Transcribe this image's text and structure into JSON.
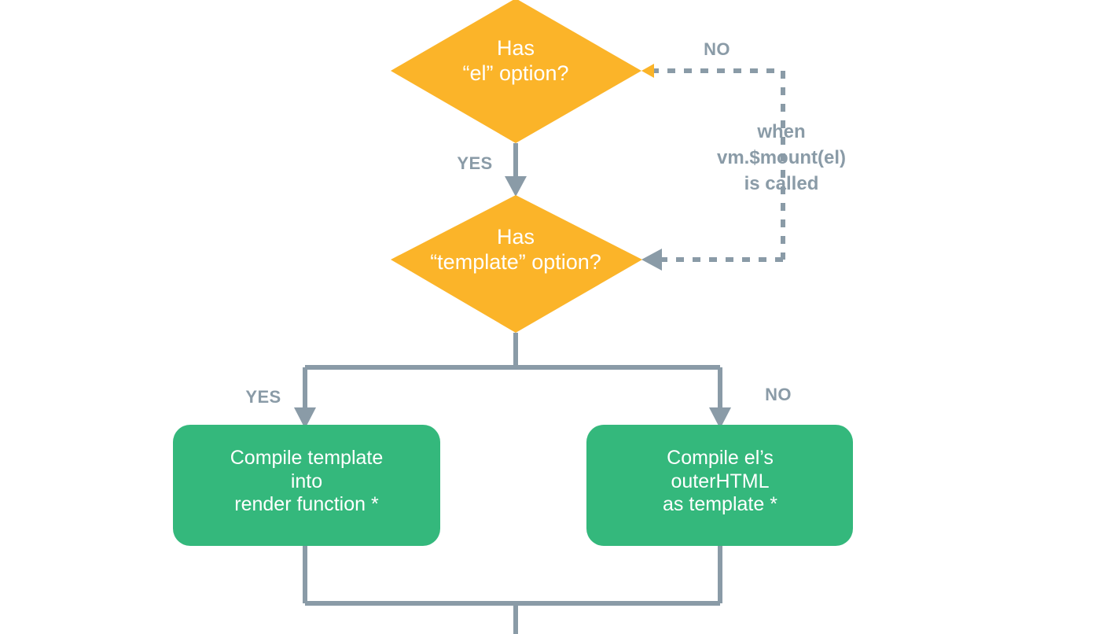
{
  "diagram": {
    "type": "flowchart",
    "title": "Vue template compilation decision flow",
    "background_color": "#ffffff",
    "colors": {
      "decision_fill": "#fbb429",
      "process_fill": "#34b87c",
      "connector": "#8a9ba7",
      "node_text": "#ffffff",
      "label_text": "#8a9ba7"
    },
    "nodes": [
      {
        "id": "has-el",
        "shape": "diamond",
        "text": "Has\n“el” option?",
        "fill": "#fbb429"
      },
      {
        "id": "has-template",
        "shape": "diamond",
        "text": "Has\n“template” option?",
        "fill": "#fbb429"
      },
      {
        "id": "compile-template",
        "shape": "rounded-rect",
        "text": "Compile template\ninto\nrender function *",
        "fill": "#34b87c"
      },
      {
        "id": "compile-outerhtml",
        "shape": "rounded-rect",
        "text": "Compile el’s\nouterHTML\nas template *",
        "fill": "#34b87c"
      }
    ],
    "edge_labels": {
      "el_no": "NO",
      "el_yes": "YES",
      "template_yes": "YES",
      "template_no": "NO"
    },
    "notes": {
      "mount_note": "when\nvm.$mount(el)\nis called"
    }
  }
}
